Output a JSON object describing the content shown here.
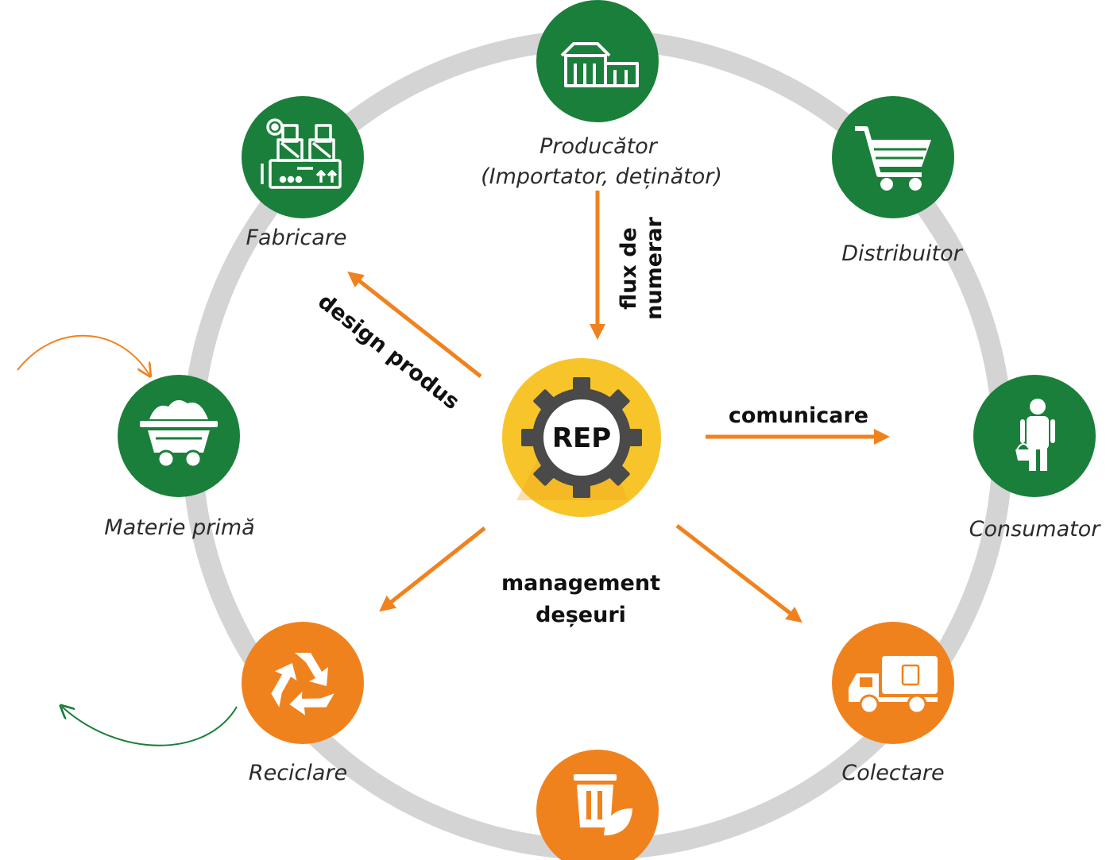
{
  "colors": {
    "green": "#1a7f3a",
    "orange": "#f0821e",
    "ring": "#d4d4d4",
    "gear_yellow": "#f7c52a",
    "gear_dark": "#4a4a4a"
  },
  "center": {
    "label": "REP",
    "icon": "gear-icon"
  },
  "nodes": {
    "producator": {
      "line1": "Producător",
      "line2": "(Importator, deținător)",
      "icon": "warehouse-icon"
    },
    "distribuitor": {
      "label": "Distribuitor",
      "icon": "shopping-cart-icon"
    },
    "consumator": {
      "label": "Consumator",
      "icon": "consumer-basket-icon"
    },
    "colectare": {
      "label": "Colectare",
      "icon": "collection-truck-icon"
    },
    "bottom": {
      "icon": "eco-bin-icon"
    },
    "reciclare": {
      "label": "Reciclare",
      "icon": "recycle-icon"
    },
    "materie_prima": {
      "label": "Materie primă",
      "icon": "mine-cart-icon"
    },
    "fabricare": {
      "label": "Fabricare",
      "icon": "factory-machine-icon"
    }
  },
  "flows": {
    "design_produs": "design produs",
    "flux_de_numerar_line1": "flux de",
    "flux_de_numerar_line2": "numerar",
    "comunicare": "comunicare",
    "management_line1": "management",
    "management_line2": "deșeuri"
  }
}
